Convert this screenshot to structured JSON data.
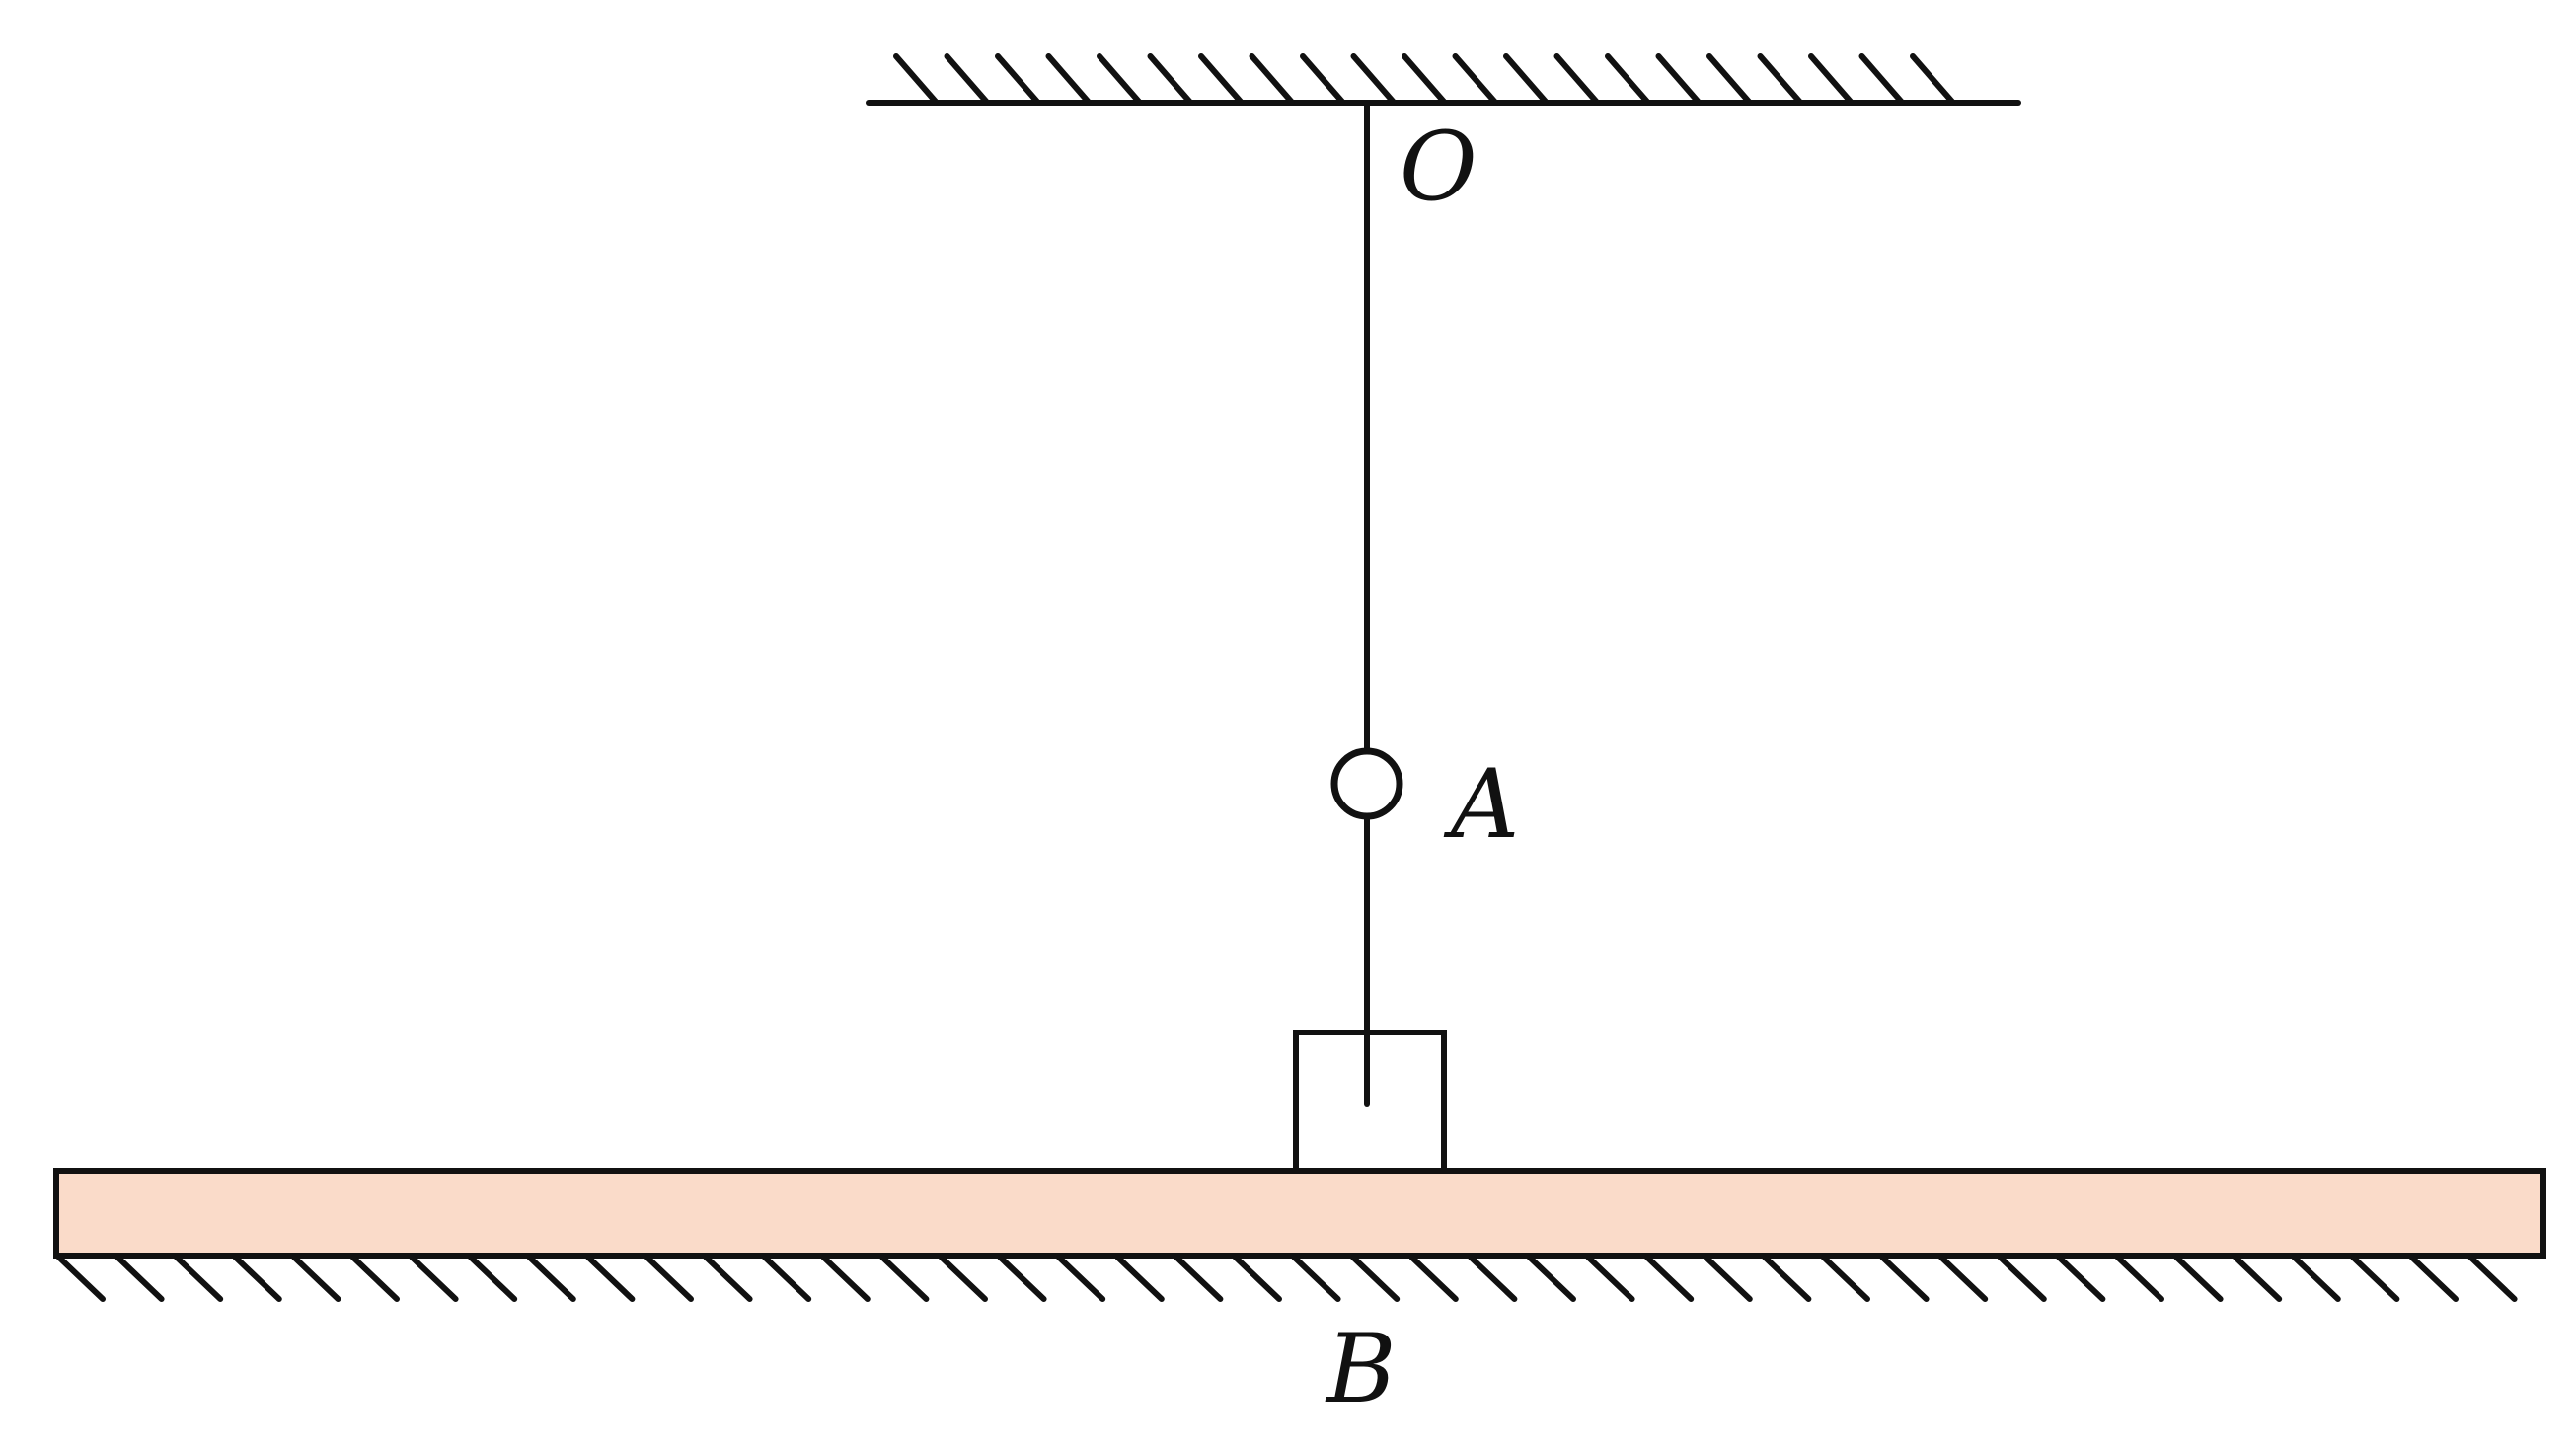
{
  "labels": {
    "pivot": "O",
    "ball": "A",
    "board": "B"
  },
  "colors": {
    "stroke": "#111111",
    "board_fill": "#FADBC9",
    "background": "#FFFFFF"
  }
}
